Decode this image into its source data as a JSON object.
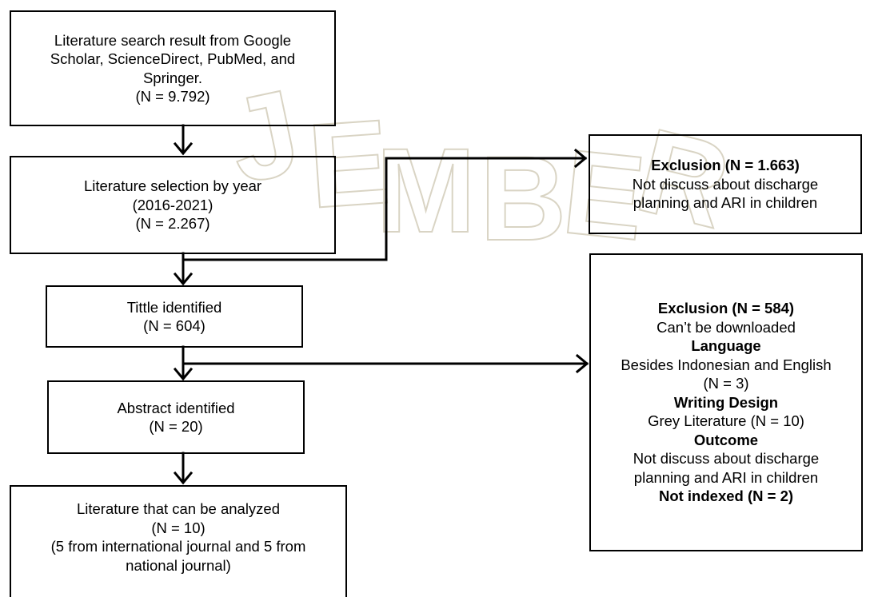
{
  "watermark": {
    "letters": [
      "J",
      "E",
      "M",
      "B",
      "E",
      "R"
    ],
    "color": "#d9d4c4"
  },
  "boxes": {
    "search_result": {
      "lines": [
        {
          "text": "Literature search result from Google",
          "bold": false
        },
        {
          "text": "Scholar, ScienceDirect, PubMed, and",
          "bold": false
        },
        {
          "text": "Springer.",
          "bold": false
        },
        {
          "text": "(N = 9.792)",
          "bold": false
        }
      ]
    },
    "year_selection": {
      "lines": [
        {
          "text": "Literature selection by year",
          "bold": false
        },
        {
          "text": "(2016-2021)",
          "bold": false
        },
        {
          "text": "(N = 2.267)",
          "bold": false
        }
      ]
    },
    "title_identified": {
      "lines": [
        {
          "text": "Tittle identified",
          "bold": false
        },
        {
          "text": "(N = 604)",
          "bold": false
        }
      ]
    },
    "abstract_identified": {
      "lines": [
        {
          "text": "Abstract identified",
          "bold": false
        },
        {
          "text": "(N = 20)",
          "bold": false
        }
      ]
    },
    "analyzed": {
      "lines": [
        {
          "text": "Literature that can be analyzed",
          "bold": false
        },
        {
          "text": "(N = 10)",
          "bold": false
        },
        {
          "text": "(5 from international journal and 5 from",
          "bold": false
        },
        {
          "text": "national journal)",
          "bold": false
        }
      ]
    },
    "exclusion_1": {
      "lines": [
        {
          "text": "Exclusion (N = 1.663)",
          "bold": true
        },
        {
          "text": "Not discuss about discharge",
          "bold": false
        },
        {
          "text": "planning and ARI in children",
          "bold": false
        }
      ]
    },
    "exclusion_2": {
      "lines": [
        {
          "text": "Exclusion (N = 584)",
          "bold": true
        },
        {
          "text": "Can’t be downloaded",
          "bold": false
        },
        {
          "text": "Language",
          "bold": true
        },
        {
          "text": "Besides Indonesian and English",
          "bold": false
        },
        {
          "text": "(N = 3)",
          "bold": false
        },
        {
          "text": "Writing Design",
          "bold": true
        },
        {
          "text": "Grey Literature (N = 10)",
          "bold": false
        },
        {
          "text": "Outcome",
          "bold": true
        },
        {
          "text": "Not discuss about discharge",
          "bold": false
        },
        {
          "text": "planning and ARI in children",
          "bold": false
        },
        {
          "text": "Not indexed (N = 2)",
          "bold": true
        }
      ]
    }
  }
}
